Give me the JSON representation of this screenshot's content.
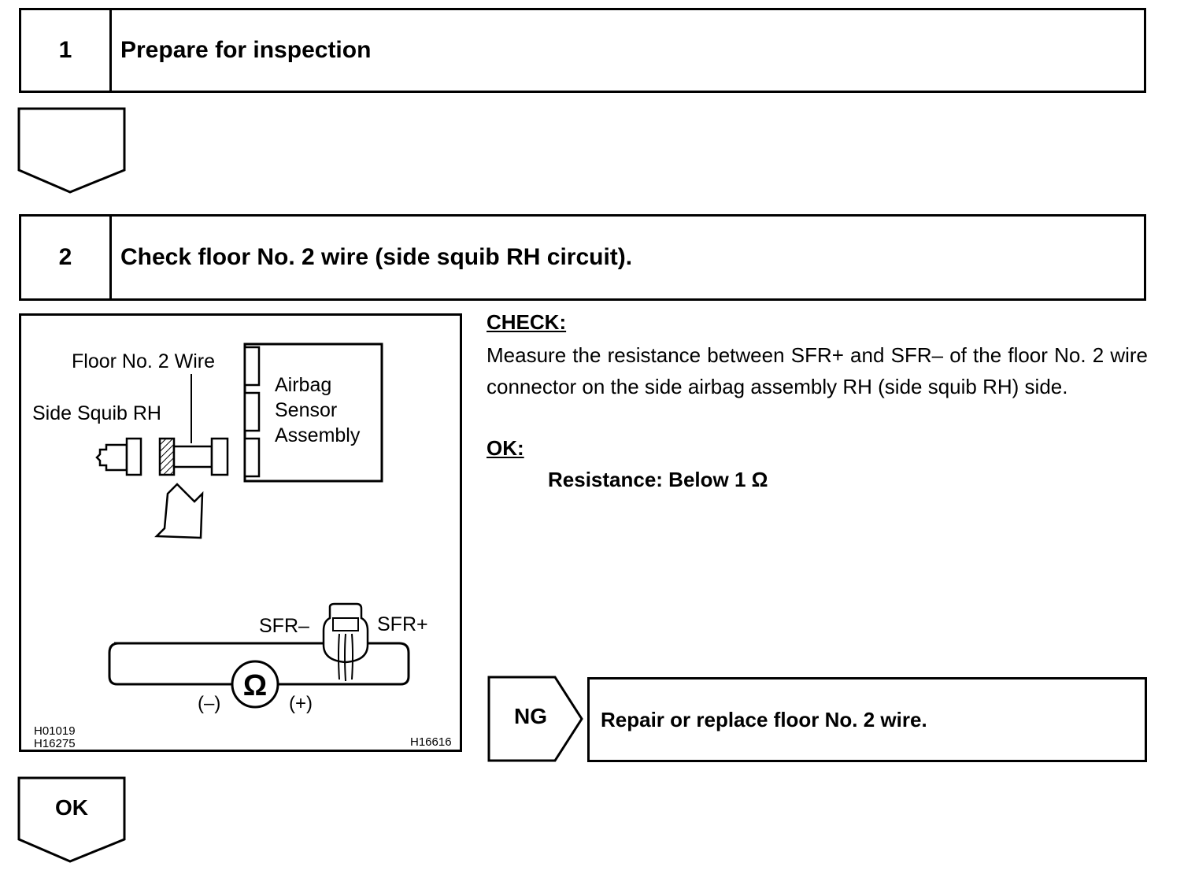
{
  "step1": {
    "number": "1",
    "title": "Prepare for inspection"
  },
  "step2": {
    "number": "2",
    "title": "Check floor No. 2 wire (side squib RH circuit)."
  },
  "check": {
    "heading": "CHECK:",
    "text": "Measure the resistance between SFR+ and SFR– of the floor No. 2 wire connector on the side airbag assembly RH (side squib RH) side.",
    "ok_heading": "OK:",
    "spec": "Resistance: Below 1 Ω"
  },
  "ng": {
    "label": "NG",
    "action": "Repair or replace floor No. 2 wire."
  },
  "ok_label": "OK",
  "diagram": {
    "label_floor_wire": "Floor No. 2 Wire",
    "label_side_squib": "Side Squib RH",
    "sensor_line1": "Airbag",
    "sensor_line2": "Sensor",
    "sensor_line3": "Assembly",
    "sfr_minus": "SFR–",
    "sfr_plus": "SFR+",
    "ohm_symbol": "Ω",
    "minus": "(–)",
    "plus": "(+)",
    "code1": "H01019",
    "code2": "H16275",
    "code3": "H16616"
  }
}
